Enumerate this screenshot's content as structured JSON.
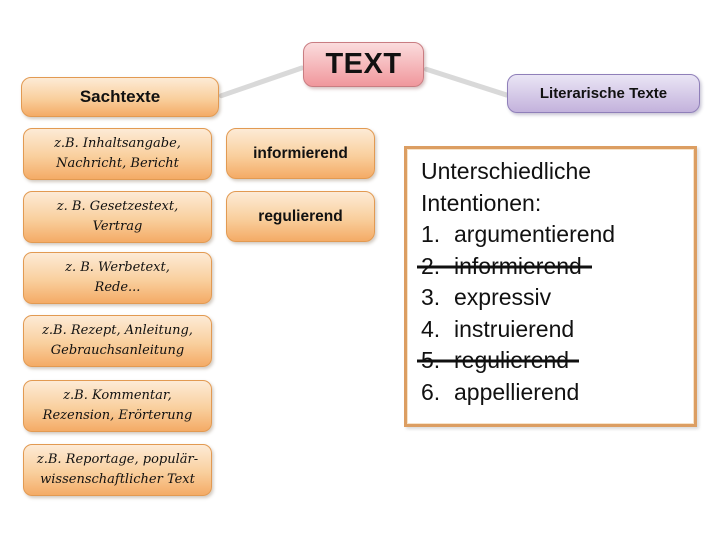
{
  "colors": {
    "orange-top": "#fdebd6",
    "orange-mid": "#f9cf9d",
    "orange-bottom": "#f4ab66",
    "orange-border": "#e29a52",
    "pink-top": "#fbdcdd",
    "pink-bottom": "#f0979c",
    "pink-border": "#c97d82",
    "purple-top": "#eae5f5",
    "purple-bottom": "#c3b2dc",
    "purple-border": "#8f7fb9",
    "panel-border": "#dc9e62",
    "connector": "#d9d9d9",
    "ink": "#111111"
  },
  "root": {
    "label": "TEXT"
  },
  "branches": {
    "left": {
      "label": "Sachtexte"
    },
    "right": {
      "label": "Literarische Texte"
    }
  },
  "examples": [
    {
      "line1": "z.B. Inhaltsangabe,",
      "line2": "Nachricht, Bericht"
    },
    {
      "line1": "z. B. Gesetzestext,",
      "line2": "Vertrag"
    },
    {
      "line1": "z. B. Werbetext,",
      "line2": "Rede..."
    },
    {
      "line1": "z.B. Rezept, Anleitung,",
      "line2": "Gebrauchsanleitung"
    },
    {
      "line1": "z.B. Kommentar,",
      "line2": "Rezension, Erörterung"
    },
    {
      "line1": "z.B. Reportage, populär-",
      "line2": "wissenschaftlicher Text"
    }
  ],
  "functions": [
    {
      "label": "informierend"
    },
    {
      "label": "regulierend"
    }
  ],
  "panel": {
    "title_line1": "Unterschiedliche",
    "title_line2": "Intentionen:",
    "items": [
      {
        "num": "1.",
        "label": "argumentierend",
        "struck": false
      },
      {
        "num": "2.",
        "label": "informierend",
        "struck": true
      },
      {
        "num": "3.",
        "label": "expressiv",
        "struck": false
      },
      {
        "num": "4.",
        "label": "instruierend",
        "struck": false
      },
      {
        "num": "5.",
        "label": "regulierend",
        "struck": true
      },
      {
        "num": "6.",
        "label": "appellierend",
        "struck": false
      }
    ]
  }
}
